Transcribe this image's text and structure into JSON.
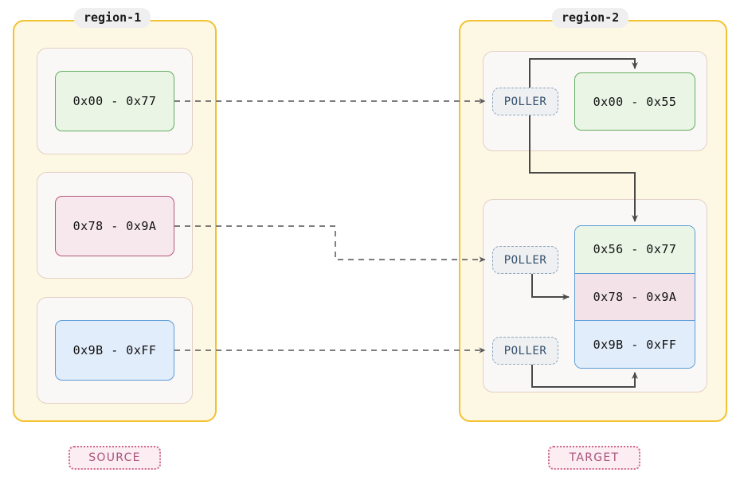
{
  "diagram": {
    "title_regions": {
      "left": "region-1",
      "right": "region-2"
    },
    "legend": {
      "source": "SOURCE",
      "target": "TARGET"
    },
    "colors": {
      "region_border": "#f2c230",
      "region_fill": "#fdf8e3",
      "subbox_fill": "#faf8f7",
      "subbox_border": "#e3cfc6",
      "green_border": "#63ad5e",
      "green_fill": "#eaf5e6",
      "pink_border": "#b5587c",
      "pink_fill": "#f7e8ee",
      "blue_border": "#5b9bd8",
      "blue_fill": "#e2edfb",
      "poller_border": "#8aa6c0",
      "poller_fill": "#eff0f1",
      "poller_text": "#33506e",
      "chip_border": "#cf6b92",
      "chip_fill": "#fbedf2",
      "chip_text": "#a9547a",
      "dashed_edge": "#6b6b6b",
      "solid_edge": "#4a4a4a",
      "page_background": "#ffffff"
    },
    "source_ranges": [
      {
        "label": "0x00 - 0x77",
        "color": "green"
      },
      {
        "label": "0x78 - 0x9A",
        "color": "pink"
      },
      {
        "label": "0x9B - 0xFF",
        "color": "blue"
      }
    ],
    "target_top_range": {
      "label": "0x00 - 0x55",
      "color": "green"
    },
    "target_stack": [
      {
        "label": "0x56 - 0x77",
        "color": "green"
      },
      {
        "label": "0x78 - 0x9A",
        "color": "pink"
      },
      {
        "label": "0x9B - 0xFF",
        "color": "blue"
      }
    ],
    "pollers": [
      {
        "label": "POLLER"
      },
      {
        "label": "POLLER"
      },
      {
        "label": "POLLER"
      }
    ]
  }
}
